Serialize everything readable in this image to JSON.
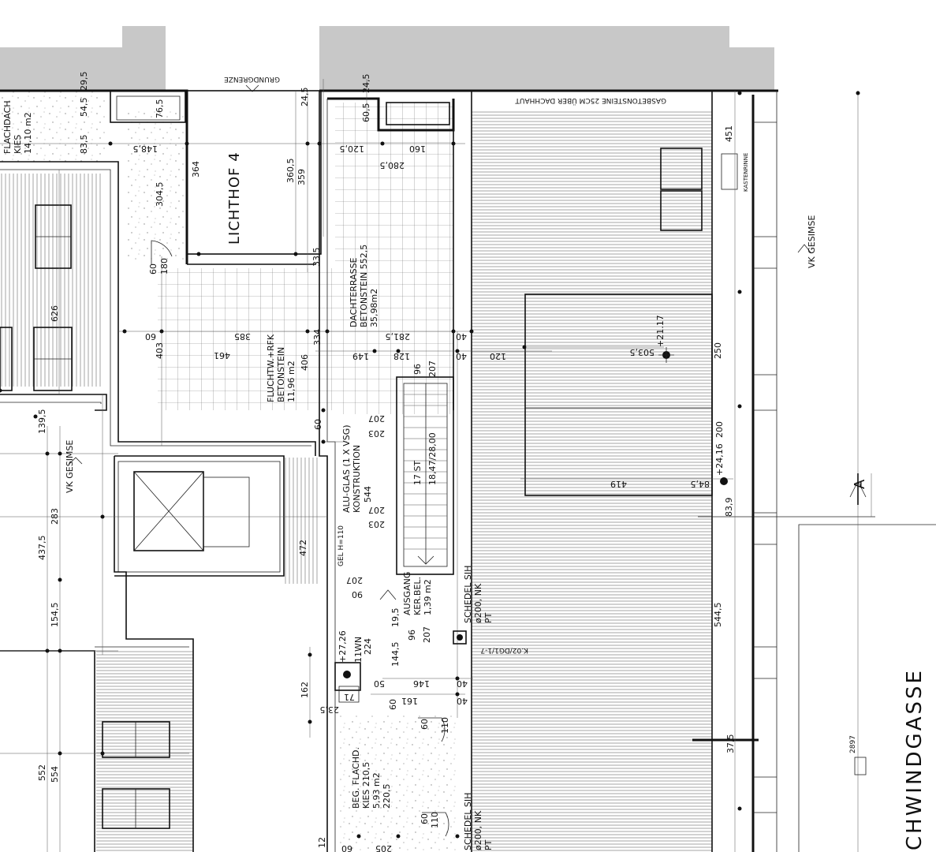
{
  "labels": {
    "lichthof": "LICHTHOF 4",
    "grundgrenze": "GRUNDGRENZE",
    "gasbeton": "GASBETONSTEINE 25CM ÜBER DACHHAUT",
    "kastenrinne": "KASTENRINNE",
    "vk_gesimse_right": "VK GESIMSE",
    "vk_gesimse_left": "VK GESIMSE",
    "flachdach_1": "FLACHDACH",
    "flachdach_2": "KIES",
    "flachdach_3": "14,10 m2",
    "dachterrasse_1": "DACHTERRASSE",
    "dachterrasse_2": "BETONSTEIN 552,5",
    "dachterrasse_3": "35,98m2",
    "fluchtw_1": "FLUCHTW.+RFK",
    "fluchtw_2": "BETONSTEIN",
    "fluchtw_3": "11,96 m2",
    "aluglas_1": "ALU-GLAS (1 X VSG)",
    "aluglas_2": "KONSTRUKTION",
    "gel": "GEL H=110",
    "stair_1": "17 ST",
    "stair_2": "18,47/28,00",
    "ausgang_1": "AUSGANG",
    "ausgang_2": "KER.BEL.",
    "ausgang_3": "1,39 m2",
    "schedel_1a": "SCHEDEL SIH",
    "schedel_1b": "ø200, NK",
    "schedel_1c": "PT",
    "schedel_2a": "SCHEDEL SIH",
    "schedel_2b": "ø200, NK",
    "schedel_2c": "PT",
    "kdg": "K.02/DG1/1-7",
    "beg_1": "BEG. FLACHD.",
    "beg_2": "KIES 210,5",
    "beg_3": "5,93 m2",
    "beg_4": "220,5",
    "street": "CHWINDGASSE",
    "level_1": "+21.17",
    "level_2": "+24,16",
    "level_3": "+27,26",
    "wn": "11WN",
    "section": "A",
    "elev_mark": "2897"
  },
  "dims": {
    "d_54_5": "54,5",
    "d_29_5": "29,5",
    "d_76_5": "76,5",
    "d_24_5a": "24,5",
    "d_24_5b": "24,5",
    "d_60_5": "60,5",
    "d_83_5": "83,5",
    "d_148_5": "148,5",
    "d_364": "364",
    "d_360_5": "360,5",
    "d_359": "359",
    "d_304_5": "304,5",
    "d_120_5": "120,5",
    "d_160": "160",
    "d_280_5": "280,5",
    "d_451": "451",
    "d_60a": "60",
    "d_180": "180",
    "d_33_5": "33,5",
    "d_626": "626",
    "d_60b": "60",
    "d_385": "385",
    "d_461": "461",
    "d_403": "403",
    "d_334": "334",
    "d_406": "406",
    "d_149": "149",
    "d_281_5": "281,5",
    "d_128": "128",
    "d_40a": "40",
    "d_40b": "40",
    "d_120": "120",
    "d_503_5": "503,5",
    "d_250": "250",
    "d_96a": "96",
    "d_207a": "207",
    "d_139_5": "139,5",
    "d_60c": "60",
    "d_207b": "207",
    "d_203a": "203",
    "d_544": "544",
    "d_207c": "207",
    "d_203b": "203",
    "d_200": "200",
    "d_419": "419",
    "d_84_5": "84,5",
    "d_83_9": "83,9",
    "d_283": "283",
    "d_472": "472",
    "d_437_5": "437,5",
    "d_207d": "207",
    "d_90": "90",
    "d_154_5": "154,5",
    "d_544_5": "544,5",
    "d_19_5": "19,5",
    "d_96b": "96",
    "d_207e": "207",
    "d_224": "224",
    "d_144_5": "144,5",
    "d_50": "50",
    "d_146": "146",
    "d_40c": "40",
    "d_162": "162",
    "d_71": "71",
    "d_161": "161",
    "d_40d": "40",
    "d_23_5": "23,5",
    "d_60d": "60",
    "d_110a": "110",
    "d_60e": "60",
    "d_37_5": "37,5",
    "d_552": "552",
    "d_554": "554",
    "d_60f": "60",
    "d_110b": "110",
    "d_12": "12",
    "d_60g": "60",
    "d_205": "205"
  }
}
